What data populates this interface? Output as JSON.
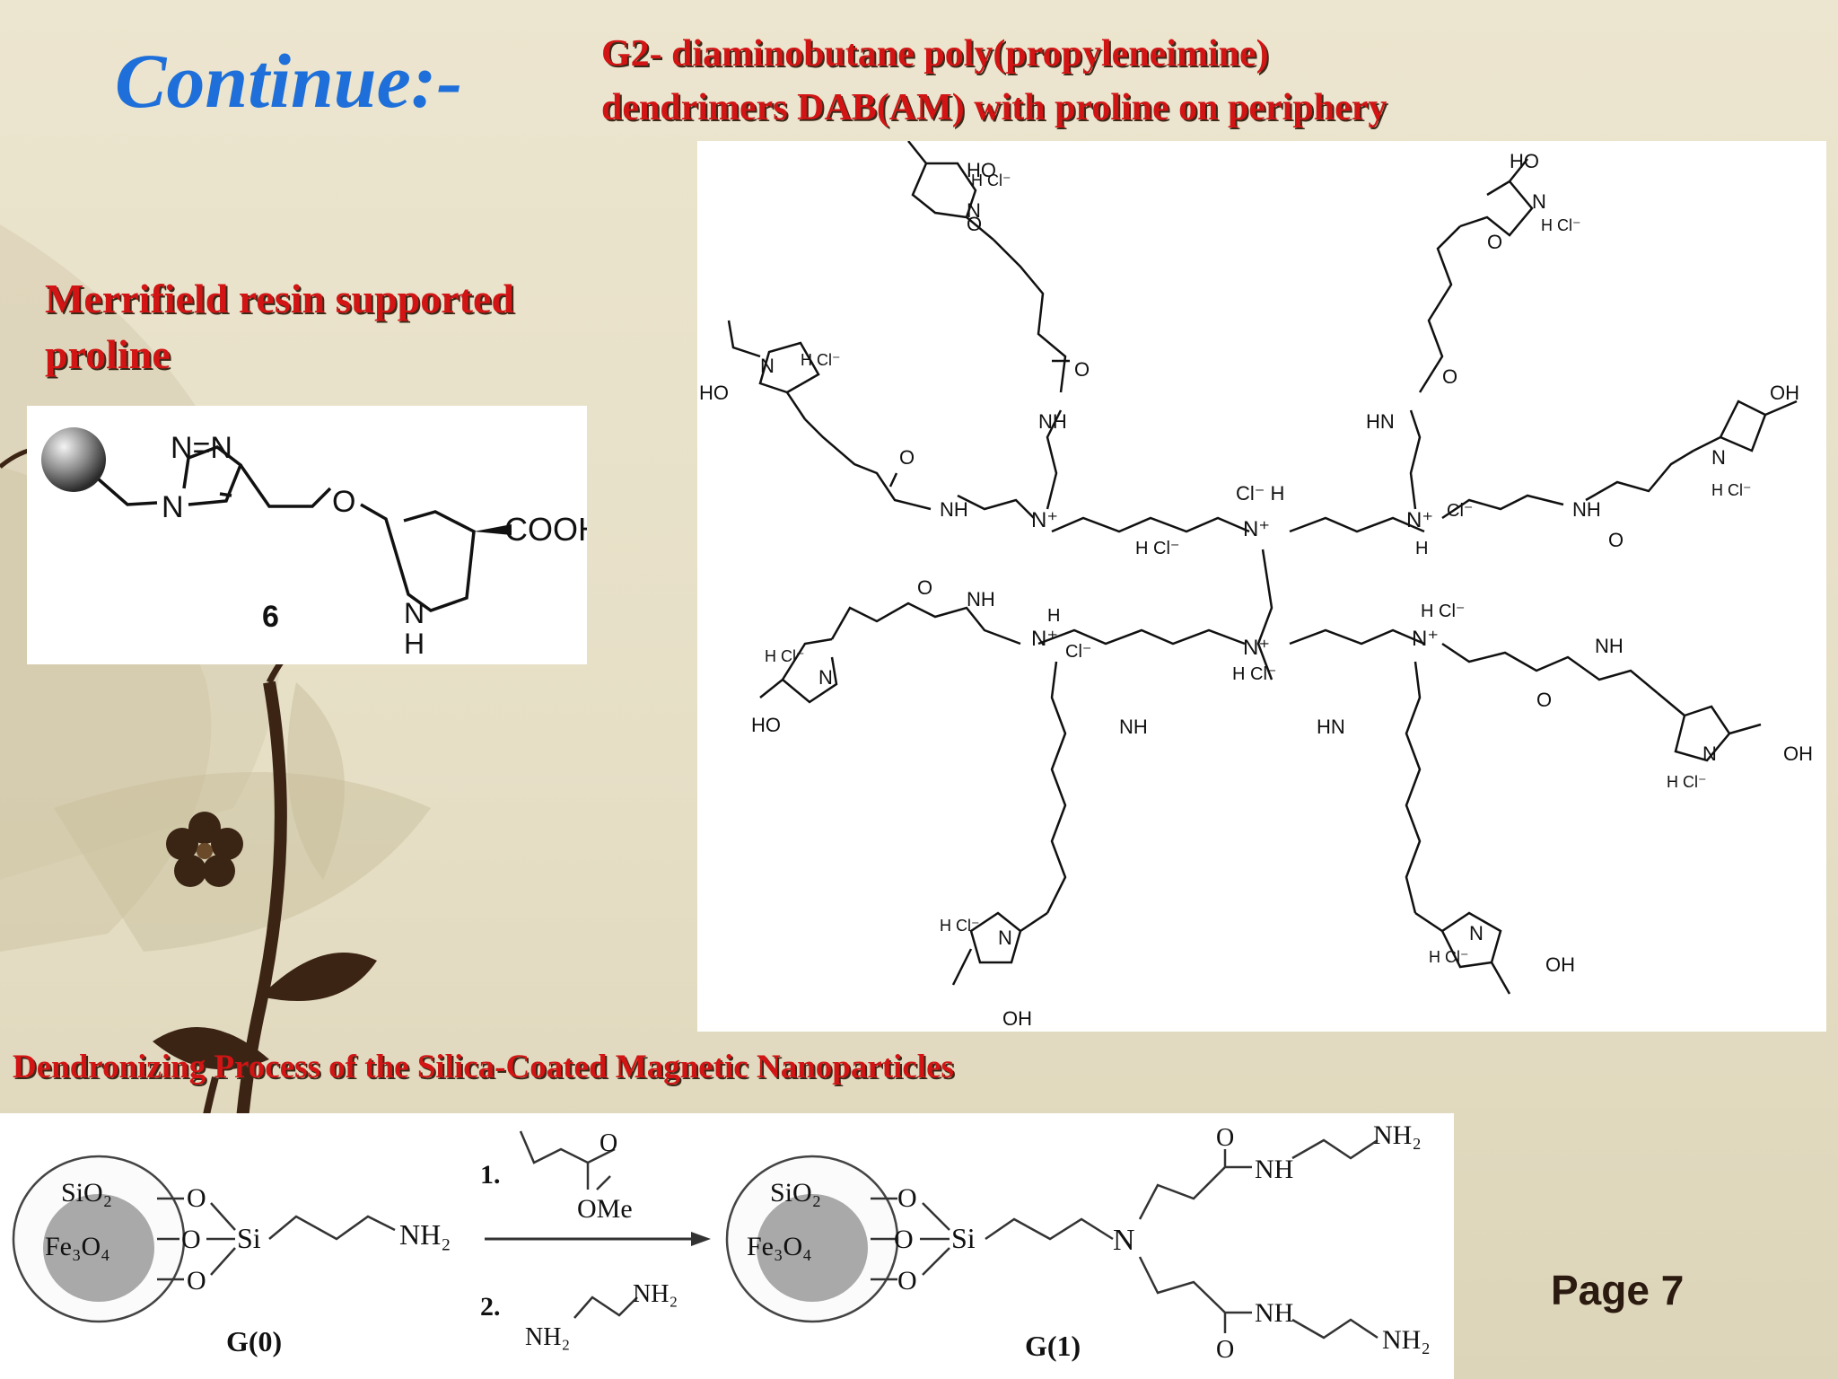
{
  "slide": {
    "heading": "Continue:-",
    "g2_title_line1": "G2- diaminobutane poly(propyleneimine)",
    "g2_title_line2": "dendrimers DAB(AM) with proline on periphery",
    "merrifield_title_line1": "Merrifield resin supported",
    "merrifield_title_line2": "proline",
    "dendron_title": "Dendronizing Process of the Silica-Coated Magnetic Nanoparticles",
    "page_label": "Page 7"
  },
  "merrifield": {
    "compound_number": "6",
    "triazole_n": "N",
    "triazole_nn": "N=N",
    "oxygen": "O",
    "cooh": "COOH",
    "nh_n": "N",
    "nh_h": "H"
  },
  "dendrimer": {
    "center_top": "Cl⁻ H",
    "center_n": "N⁺",
    "center_bottom": "H  Cl⁻",
    "left_upper_n": "N⁺",
    "left_upper_hcl": "H  Cl⁻",
    "right_upper_n": "N⁺",
    "right_upper_cl": "Cl⁻",
    "right_upper_h": "H",
    "left_lower_n": "N⁺",
    "left_lower_h": "H",
    "left_lower_cl": "Cl⁻",
    "right_lower_n": "N⁺",
    "right_lower_hcl": "H  Cl⁻",
    "nh": "NH",
    "hn": "HN",
    "o": "O",
    "ho": "HO",
    "oh": "OH",
    "pyrrolidinium": "N",
    "h_cl": "H  Cl⁻",
    "h": "H",
    "cl": "Cl⁻",
    "plus": "+"
  },
  "dendron": {
    "sio2": "SiO₂",
    "fe3o4": "Fe₃O₄",
    "o": "O",
    "si": "Si",
    "nh2": "NH₂",
    "step1": "1.",
    "step2": "2.",
    "ome": "OMe",
    "nh": "NH",
    "n": "N",
    "g0": "G(0)",
    "g1": "G(1)"
  },
  "colors": {
    "title_red": "#d21414",
    "heading_blue": "#1e6fd9",
    "core_gray": "#a9a9a9"
  }
}
